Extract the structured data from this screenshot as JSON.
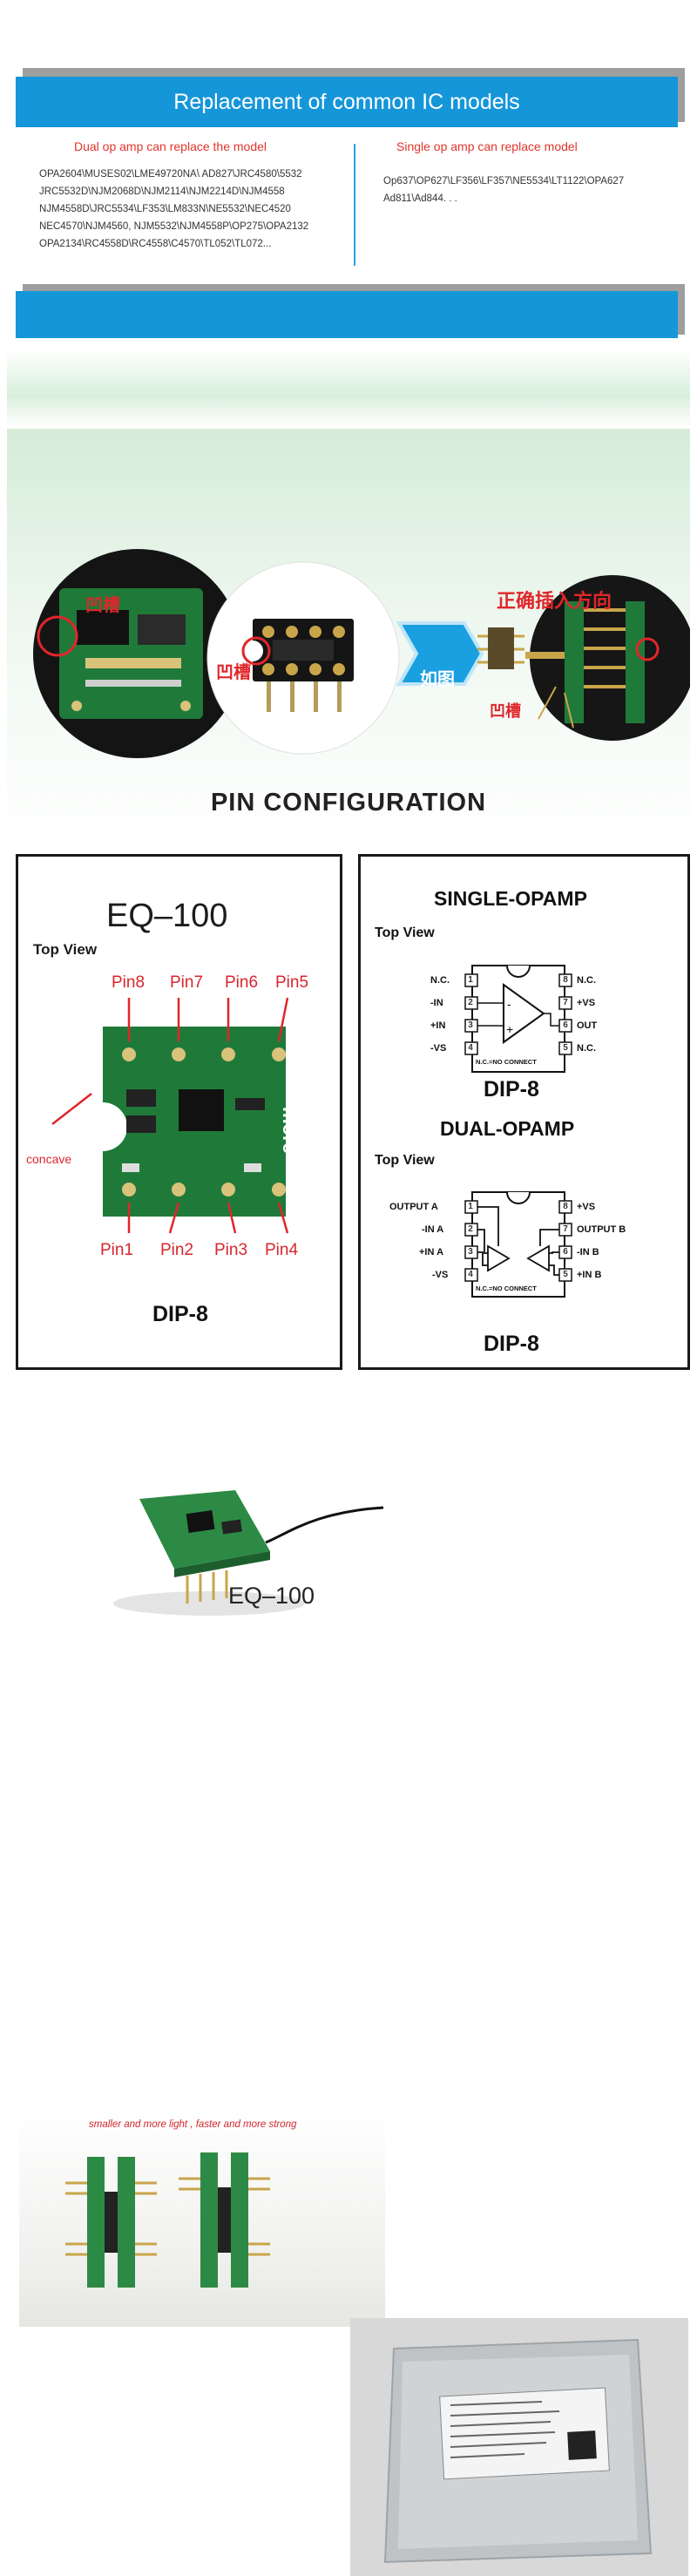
{
  "replacement": {
    "title": "Replacement of common IC models",
    "dual_heading": "Dual op amp can replace the model",
    "dual_lines": [
      "OPA2604\\MUSES02\\LME49720NA\\ AD827\\JRC4580\\5532",
      "JRC5532D\\NJM2068D\\NJM2114\\NJM2214D\\NJM4558",
      "NJM4558D\\JRC5534\\LF353\\LM833N\\NE5532\\NEC4520",
      "NEC4570\\NJM4560, NJM5532\\NJM4558P\\OP275\\OPA2132",
      "OPA2134\\RC4558D\\RC4558\\C4570\\TL052\\TL072..."
    ],
    "single_heading": "Single op amp can replace model",
    "single_lines": [
      "Op637\\OP627\\LF356\\LF357\\NE5534\\LT1122\\OPA627",
      "Ad811\\Ad844. . ."
    ]
  },
  "insertion": {
    "groove_label_1": "凹槽",
    "groove_label_2": "凹槽",
    "groove_label_3": "凹槽",
    "arrow_label": "如图",
    "direction_label": "正确插入方向",
    "pin_config_title": "PIN CONFIGURATION"
  },
  "eq_box": {
    "title": "EQ–100",
    "top_view": "Top View",
    "pins_top": [
      "Pin8",
      "Pin7",
      "Pin6",
      "Pin5"
    ],
    "pins_bottom": [
      "Pin1",
      "Pin2",
      "Pin3",
      "Pin4"
    ],
    "concave": "concave",
    "footer": "DIP-8"
  },
  "opamp_box": {
    "single_title": "SINGLE-OPAMP",
    "top_view_1": "Top View",
    "single_left": [
      "N.C.",
      "-IN",
      "+IN",
      "-VS"
    ],
    "single_right": [
      "N.C.",
      "+VS",
      "OUT",
      "N.C."
    ],
    "nc_note_1": "N.C.=NO CONNECT",
    "footer_1": "DIP-8",
    "dual_title": "DUAL-OPAMP",
    "top_view_2": "Top View",
    "dual_left": [
      "OUTPUT A",
      "-IN A",
      "+IN A",
      "-VS"
    ],
    "dual_right": [
      "+VS",
      "OUTPUT B",
      "-IN B",
      "+IN B"
    ],
    "nc_note_2": "N.C.=NO CONNECT",
    "footer_2": "DIP-8",
    "pin_numbers_left": [
      "1",
      "2",
      "3",
      "4"
    ],
    "pin_numbers_right": [
      "8",
      "7",
      "6",
      "5"
    ]
  },
  "module_photo": {
    "caption": "EQ–100"
  },
  "pair_photo": {
    "note": "smaller and more light , faster and more strong"
  },
  "colors": {
    "banner_blue": "#1596d9",
    "accent_red": "#e0262a",
    "pcb_green": "#1f7a3a"
  }
}
